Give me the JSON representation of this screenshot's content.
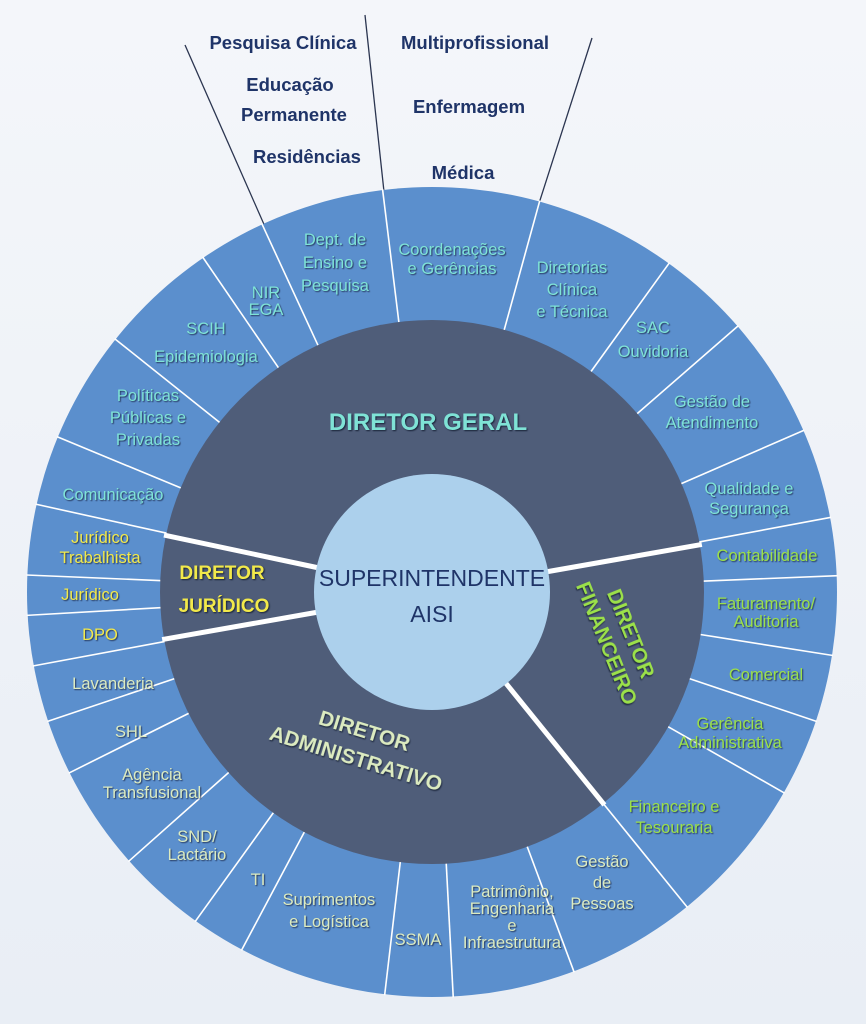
{
  "colors": {
    "outer_ring": "#5b8fcd",
    "inner_ring": "#4f5d79",
    "center": "#acd0ec",
    "geral_text": "#7fe3d6",
    "financeiro_text": "#9be04a",
    "administrativo_text": "#dcebc0",
    "juridico_text": "#f2e94a",
    "navy": "#1f3468"
  },
  "center": {
    "lines": [
      "SUPERINTENDENTE",
      "AISI"
    ]
  },
  "directors": {
    "geral": [
      "DIRETOR GERAL"
    ],
    "juridico": [
      "DIRETOR",
      "JURÍDICO"
    ],
    "financeiro": [
      "DIRETOR",
      "FINANCEIRO"
    ],
    "administrativo": [
      "DIRETOR",
      "ADMINISTRATIVO"
    ]
  },
  "top_labels": {
    "ensino": [
      "Pesquisa Clínica",
      "Educação",
      "Permanente",
      "Residências"
    ],
    "coordenacoes": [
      "Multiprofissional",
      "Enfermagem",
      "Médica"
    ]
  },
  "units": [
    {
      "group": "geral",
      "lines": [
        "Dept. de",
        "Ensino e",
        "Pesquisa"
      ]
    },
    {
      "group": "geral",
      "lines": [
        "Coordenações",
        "e Gerências"
      ]
    },
    {
      "group": "geral",
      "lines": [
        "Diretorias",
        "Clínica",
        "e Técnica"
      ]
    },
    {
      "group": "geral",
      "lines": [
        "SAC",
        "Ouvidoria"
      ]
    },
    {
      "group": "geral",
      "lines": [
        "Gestão de",
        "Atendimento"
      ]
    },
    {
      "group": "geral",
      "lines": [
        "Qualidade e",
        "Segurança"
      ]
    },
    {
      "group": "financeiro",
      "lines": [
        "Contabilidade"
      ]
    },
    {
      "group": "financeiro",
      "lines": [
        "Faturamento/",
        "Auditoria"
      ]
    },
    {
      "group": "financeiro",
      "lines": [
        "Comercial"
      ]
    },
    {
      "group": "financeiro",
      "lines": [
        "Gerência",
        "Administrativa"
      ]
    },
    {
      "group": "financeiro",
      "lines": [
        "Financeiro e",
        "Tesouraria"
      ]
    },
    {
      "group": "administrativo",
      "lines": [
        "Gestão",
        "de",
        "Pessoas"
      ]
    },
    {
      "group": "administrativo",
      "lines": [
        "Patrimônio,",
        "Engenharia",
        "e",
        "Infraestrutura"
      ]
    },
    {
      "group": "administrativo",
      "lines": [
        "SSMA"
      ]
    },
    {
      "group": "administrativo",
      "lines": [
        "Suprimentos",
        "e Logística"
      ]
    },
    {
      "group": "administrativo",
      "lines": [
        "TI"
      ]
    },
    {
      "group": "administrativo",
      "lines": [
        "SND/",
        "Lactário"
      ]
    },
    {
      "group": "administrativo",
      "lines": [
        "Agência",
        "Transfusional"
      ]
    },
    {
      "group": "administrativo",
      "lines": [
        "SHL"
      ]
    },
    {
      "group": "administrativo",
      "lines": [
        "Lavanderia"
      ]
    },
    {
      "group": "juridico",
      "lines": [
        "DPO"
      ]
    },
    {
      "group": "juridico",
      "lines": [
        "Jurídico"
      ]
    },
    {
      "group": "juridico",
      "lines": [
        "Jurídico",
        "Trabalhista"
      ]
    },
    {
      "group": "geral",
      "lines": [
        "Comunicação"
      ]
    },
    {
      "group": "geral",
      "lines": [
        "Políticas",
        "Públicas e",
        "Privadas"
      ]
    },
    {
      "group": "geral",
      "lines": [
        "SCIH",
        "Epidemiologia"
      ]
    },
    {
      "group": "geral",
      "lines": [
        "NIR",
        "EGA"
      ]
    }
  ]
}
